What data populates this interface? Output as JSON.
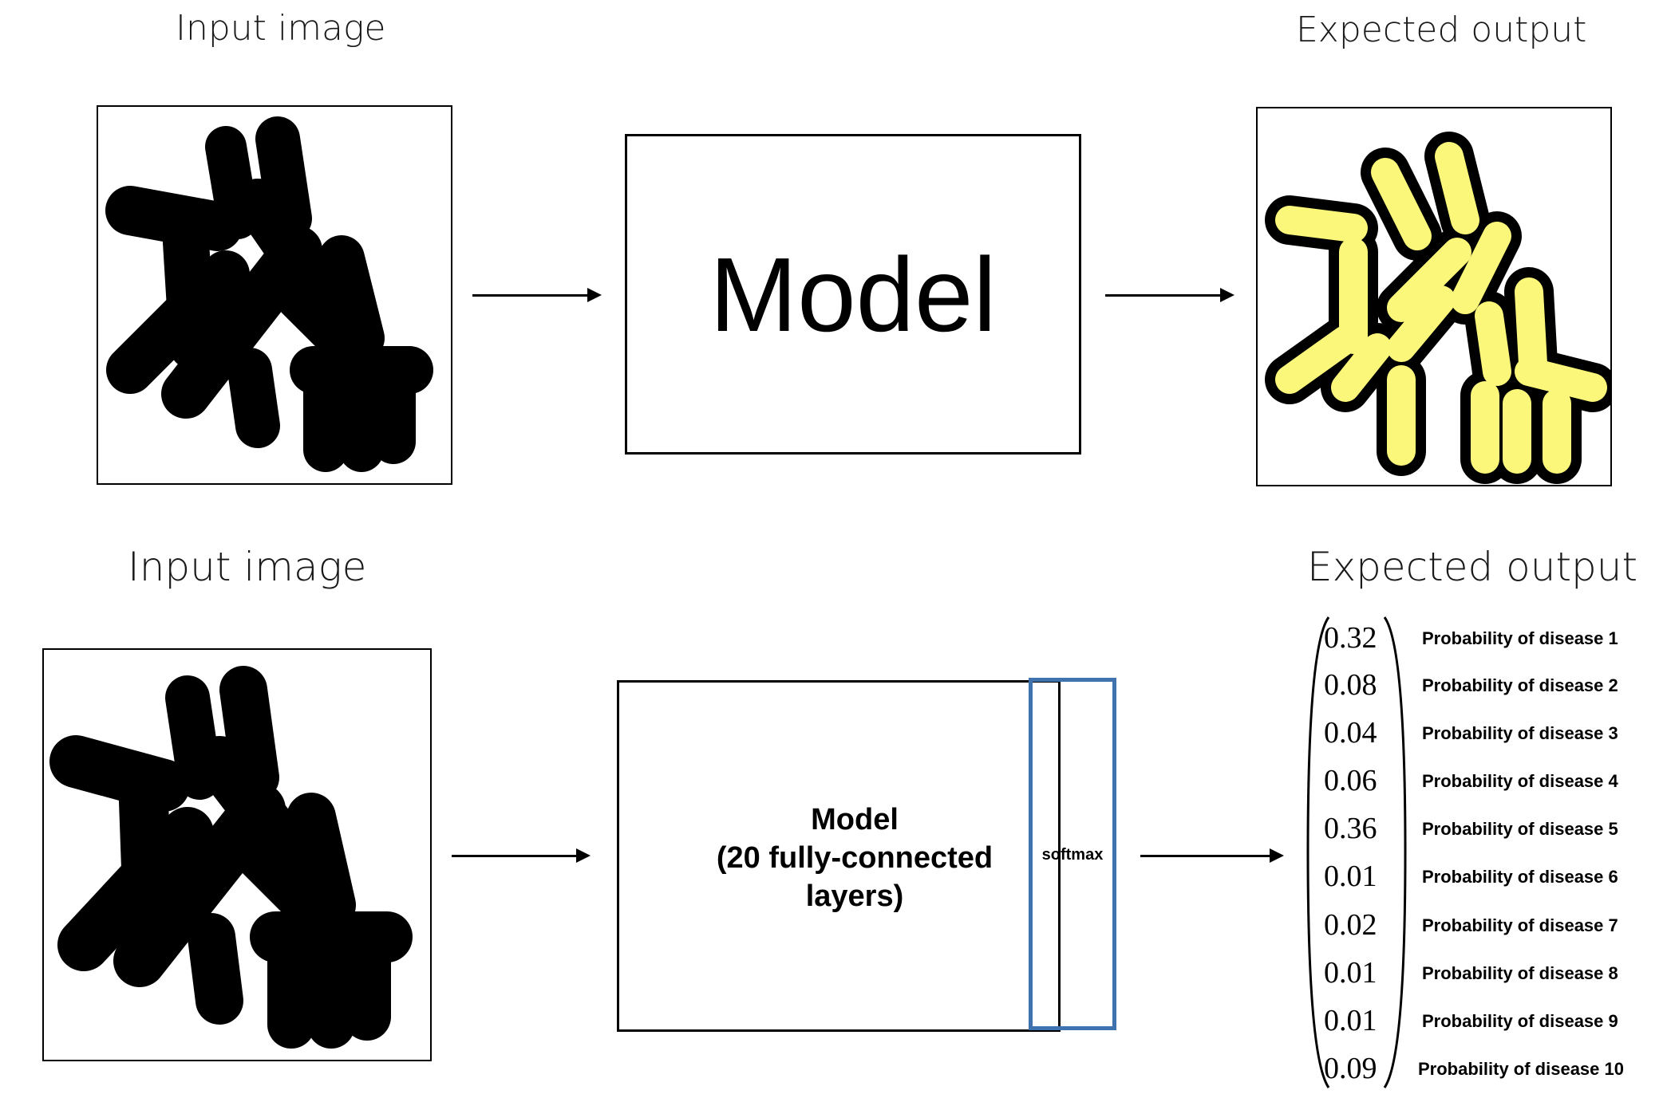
{
  "top": {
    "input_label": "Input image",
    "model_label": "Model",
    "output_label": "Expected output"
  },
  "bottom": {
    "input_label": "Input image",
    "model_label_line1": "Model",
    "model_label_line2": "(20 fully-connected",
    "model_label_line3": "layers)",
    "softmax_label": "softmax",
    "output_label": "Expected output",
    "outputs": [
      {
        "value": "0.32",
        "label": "Probability of disease 1"
      },
      {
        "value": "0.08",
        "label": "Probability of disease 2"
      },
      {
        "value": "0.04",
        "label": "Probability of disease 3"
      },
      {
        "value": "0.06",
        "label": "Probability of disease 4"
      },
      {
        "value": "0.36",
        "label": "Probability of disease 5"
      },
      {
        "value": "0.01",
        "label": "Probability of disease 6"
      },
      {
        "value": "0.02",
        "label": "Probability of disease 7"
      },
      {
        "value": "0.01",
        "label": "Probability of disease 8"
      },
      {
        "value": "0.01",
        "label": "Probability of disease 9"
      },
      {
        "value": "0.09",
        "label": "Probability of disease 10"
      }
    ]
  },
  "colors": {
    "cell_fill": "#fbf77a",
    "softmax_border": "#3f73b0"
  }
}
